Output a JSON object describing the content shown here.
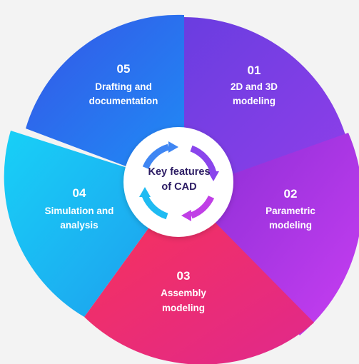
{
  "center": {
    "line1": "Key features",
    "line2": "of CAD"
  },
  "segments": [
    {
      "number": "01",
      "line1": "2D and 3D",
      "line2": "modeling",
      "color_start": "#6a3de0",
      "color_end": "#8d3ee8"
    },
    {
      "number": "02",
      "line1": "Parametric",
      "line2": "modeling",
      "color_start": "#9b2fd8",
      "color_end": "#c43cf0"
    },
    {
      "number": "03",
      "line1": "Assembly",
      "line2": "modeling",
      "color_start": "#f4306a",
      "color_end": "#e52a86"
    },
    {
      "number": "04",
      "line1": "Simulation and",
      "line2": "analysis",
      "color_start": "#1ac8f5",
      "color_end": "#1fa7f0"
    },
    {
      "number": "05",
      "line1": "Drafting and",
      "line2": "documentation",
      "color_start": "#2f66ea",
      "color_end": "#1f86f5"
    }
  ],
  "colors": {
    "background": "#f3f3f3",
    "center_text": "#2b1b63"
  }
}
